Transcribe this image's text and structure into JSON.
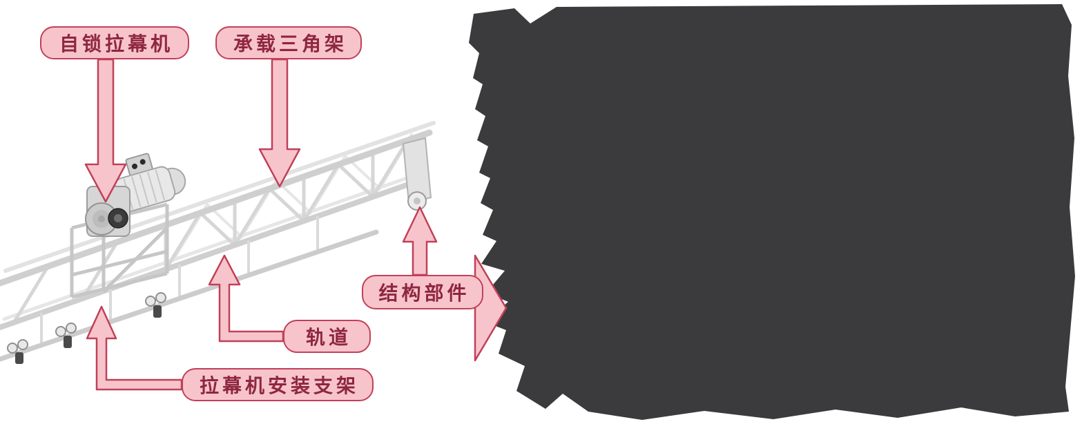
{
  "diagram": {
    "callouts": [
      {
        "id": "self-locking-curtain-machine",
        "text": "自锁拉幕机"
      },
      {
        "id": "load-bearing-triangle-truss",
        "text": "承载三角架"
      },
      {
        "id": "structural-parts",
        "text": "结构部件"
      },
      {
        "id": "track",
        "text": "轨道"
      },
      {
        "id": "curtain-machine-mounting-bracket",
        "text": "拉幕机安装支架"
      }
    ],
    "colors": {
      "background": "#ffffff",
      "callout_fill": "#f8c4cc",
      "callout_border": "#c04058",
      "callout_text": "#8e2740",
      "structure_light_gray": "#dcdcdc",
      "structure_mid_gray": "#cfcfcf",
      "machine_dark_part": "#3b3b3b",
      "redacted_block": "#3b3b3d"
    },
    "redacted_area": {
      "note": "right half is an unreadable dark obscured text block"
    }
  }
}
